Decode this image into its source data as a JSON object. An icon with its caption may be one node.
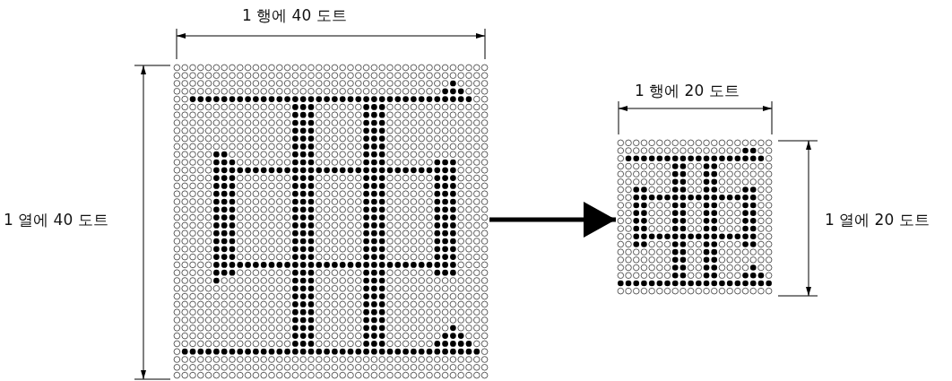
{
  "diagram": {
    "nodes": [
      {
        "text": [],
        "shape": "picture"
      },
      {
        "text": [],
        "shape": "picture"
      }
    ],
    "edges": [
      {
        "from": 0,
        "to": 1,
        "arrow": "to"
      }
    ],
    "labels": [
      "1 행에 40 도트",
      "1 열에 40 도트",
      "1 행에 20 도트",
      "1 열에 20 도트"
    ]
  }
}
